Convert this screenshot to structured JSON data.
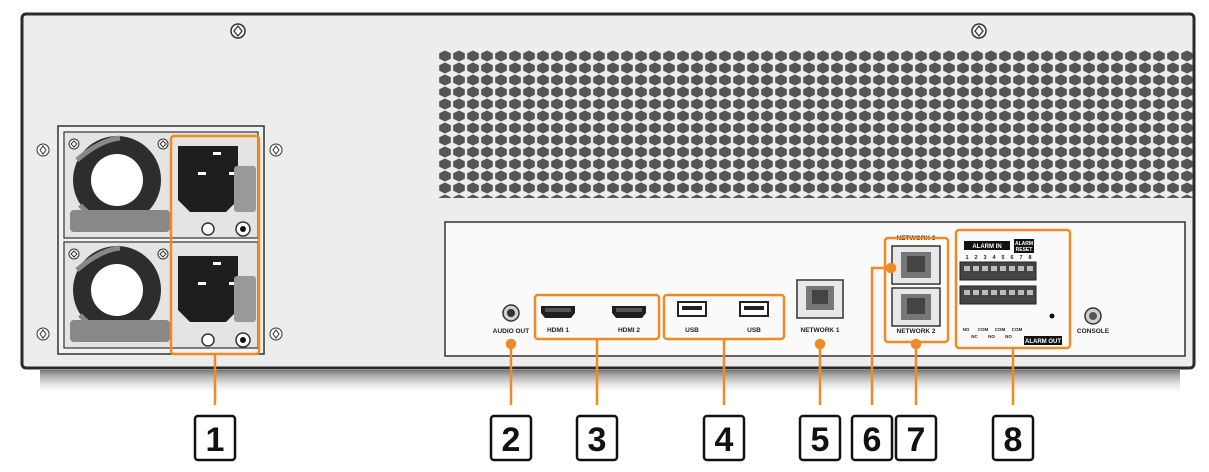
{
  "accent_color": "#f08a24",
  "ports": {
    "audio_out": "AUDIO OUT",
    "hdmi1": "HDMI 1",
    "hdmi2": "HDMI 2",
    "usb1": "USB",
    "usb2": "USB",
    "network1": "NETWORK 1",
    "network2": "NETWORK 2",
    "network3": "NETWORK 3",
    "console": "CONSOLE",
    "alarm_in": "ALARM IN",
    "alarm_reset_line1": "ALARM",
    "alarm_reset_line2": "RESET",
    "alarm_out": "ALARM OUT",
    "alarm_in_pins": [
      "1",
      "2",
      "3",
      "4",
      "5",
      "6",
      "7",
      "8"
    ],
    "alarm_out_pins": [
      "NO",
      "NC",
      "COM",
      "NO",
      "COM",
      "NO",
      "COM"
    ]
  },
  "callouts": [
    "1",
    "2",
    "3",
    "4",
    "5",
    "6",
    "7",
    "8"
  ]
}
